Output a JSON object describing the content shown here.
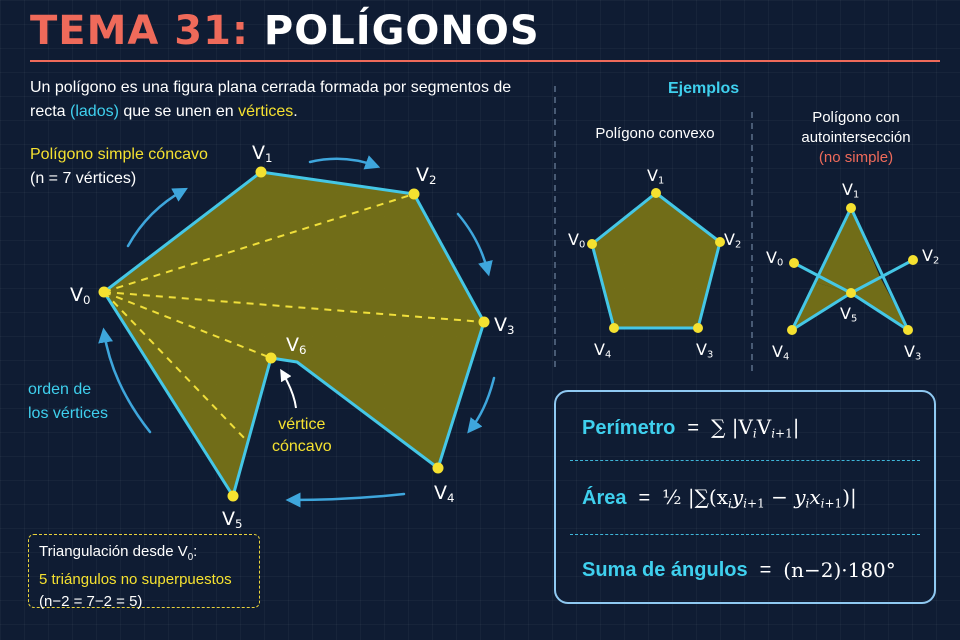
{
  "title": {
    "prefix": "TEMA 31:",
    "main": "POLÍGONOS"
  },
  "intro": {
    "part1": "Un polígono es una figura plana cerrada formada por segmentos de recta ",
    "highlight1": "(lados)",
    "part2": " que se unen en ",
    "highlight2": "vértices",
    "part3": "."
  },
  "concave": {
    "title": "Polígono simple cóncavo",
    "count": "(n = 7 vértices)",
    "vertex_base": "V",
    "vertex_indices": [
      "0",
      "1",
      "2",
      "3",
      "4",
      "5",
      "6"
    ],
    "order_label_1": "orden de",
    "order_label_2": "los vértices",
    "concave_vertex_label_1": "vértice",
    "concave_vertex_label_2": "cóncavo"
  },
  "triangulation": {
    "line1_prefix": "Triangulación desde V",
    "line1_sub": "0",
    "line1_suffix": ":",
    "line2": "5 triángulos no superpuestos",
    "line3": "(n−2 = 7−2 = 5)"
  },
  "examples": {
    "title": "Ejemplos",
    "convex_caption": "Polígono convexo",
    "selfint_caption_1": "Polígono con",
    "selfint_caption_2": "autointersección",
    "selfint_caption_3": "(no simple)"
  },
  "formulas": {
    "perimeter_name": "Perímetro",
    "area_name": "Área",
    "angles_name": "Suma de ángulos",
    "equals": "=",
    "perimeter_expr": "∑ |V",
    "area_expr": "½ |∑(x",
    "angles_expr": "(n−2)·180°"
  },
  "colors": {
    "accent_red": "#ef6a5a",
    "cyan": "#3fd0ee",
    "yellow": "#f5e130",
    "fill_olive": "#7a7416",
    "background": "#0f1c33"
  }
}
